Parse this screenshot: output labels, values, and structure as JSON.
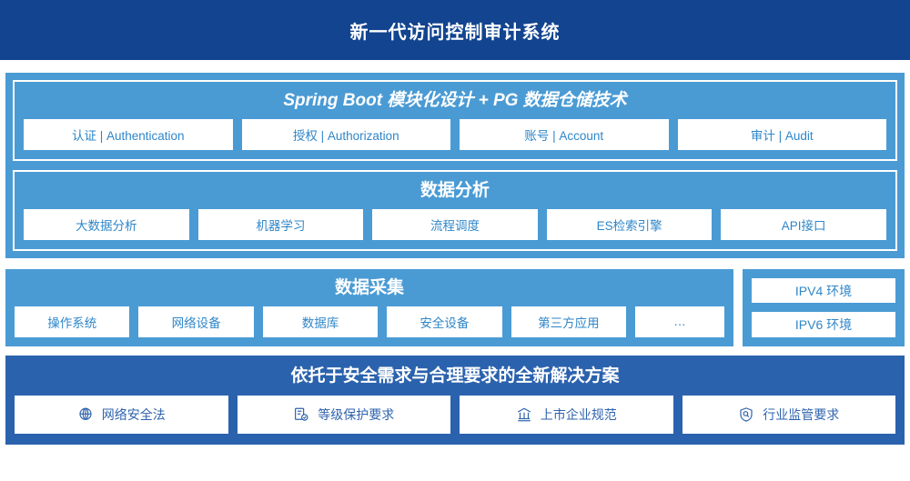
{
  "header": {
    "title": "新一代访问控制审计系统",
    "bg_color": "#12448f"
  },
  "theme": {
    "band_blue": "#4a9bd4",
    "band_dark_blue": "#2b62ad",
    "chip_text_blue": "#2f86c8",
    "chip_text_dark_blue": "#2f63ad",
    "chip_bg": "#ffffff"
  },
  "platform_section": {
    "title": "Spring Boot 模块化设计 + PG 数据仓储技术",
    "modules": [
      {
        "label": "认证 | Authentication"
      },
      {
        "label": "授权 | Authorization"
      },
      {
        "label": "账号 | Account"
      },
      {
        "label": "审计 | Audit"
      }
    ]
  },
  "analysis_section": {
    "title": "数据分析",
    "modules": [
      {
        "label": "大数据分析"
      },
      {
        "label": "机器学习"
      },
      {
        "label": "流程调度"
      },
      {
        "label": "ES检索引擎"
      },
      {
        "label": "API接口"
      }
    ]
  },
  "collection_section": {
    "title": "数据采集",
    "sources": [
      {
        "label": "操作系统"
      },
      {
        "label": "网络设备"
      },
      {
        "label": "数据库"
      },
      {
        "label": "安全设备"
      },
      {
        "label": "第三方应用"
      },
      {
        "label": "…"
      }
    ],
    "environments": [
      {
        "label": "IPV4 环境"
      },
      {
        "label": "IPV6 环境"
      }
    ]
  },
  "compliance_section": {
    "title": "依托于安全需求与合理要求的全新解决方案",
    "items": [
      {
        "label": "网络安全法",
        "icon": "globe-icon"
      },
      {
        "label": "等级保护要求",
        "icon": "document-check-icon"
      },
      {
        "label": "上市企业规范",
        "icon": "bank-icon"
      },
      {
        "label": "行业监管要求",
        "icon": "shield-search-icon"
      }
    ]
  }
}
